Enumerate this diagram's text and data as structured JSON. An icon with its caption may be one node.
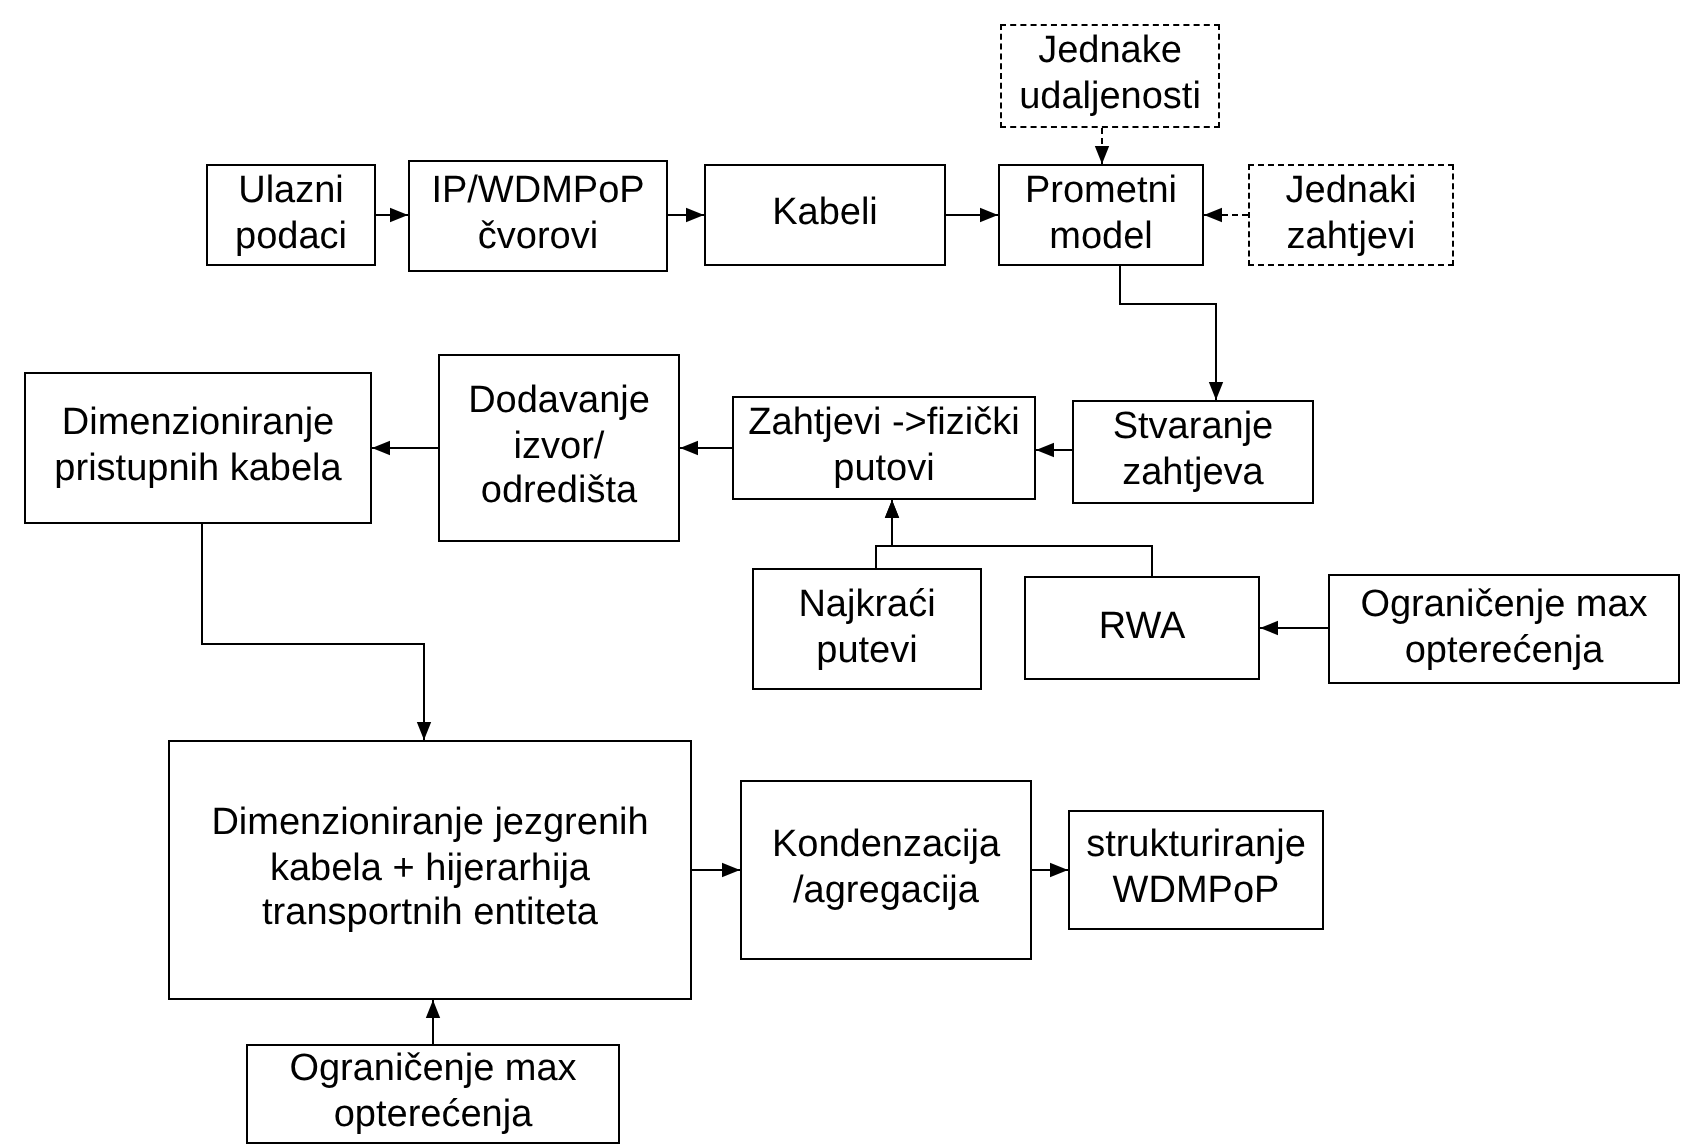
{
  "diagram": {
    "nodes": [
      {
        "text": [
          "Jednake udaljenosti"
        ]
      },
      {
        "text": [
          "Ulazni podaci"
        ]
      },
      {
        "text": [
          "IP/WDMPoP čvorovi"
        ]
      },
      {
        "text": [
          "Kabeli"
        ]
      },
      {
        "text": [
          "Prometni model"
        ]
      },
      {
        "text": [
          "Jednaki zahtjevi"
        ]
      },
      {
        "text": [
          "Dimenzioniranje pristupnih kabela"
        ]
      },
      {
        "text": [
          "Dodavanje izvor/ odredišta"
        ]
      },
      {
        "text": [
          "Zahtjevi ->fizički putovi"
        ]
      },
      {
        "text": [
          "Stvaranje zahtjeva"
        ]
      },
      {
        "text": [
          "Najkraći putevi"
        ]
      },
      {
        "text": [
          "RWA"
        ]
      },
      {
        "text": [
          "Ograničenje max opterećenja"
        ]
      },
      {
        "text": [
          "Dimenzioniranje jezgrenih kabela + hijerarhija transportnih entiteta"
        ]
      },
      {
        "text": [
          "Kondenzacija /agregacija"
        ]
      },
      {
        "text": [
          "strukturiranje WDMPoP"
        ]
      },
      {
        "text": [
          "Ograničenje max opterećenja"
        ]
      }
    ],
    "edges": [
      {
        "from": 0,
        "to": 4,
        "arrow": "to",
        "style": "dashed"
      },
      {
        "from": 1,
        "to": 2,
        "arrow": "to"
      },
      {
        "from": 2,
        "to": 3,
        "arrow": "to"
      },
      {
        "from": 3,
        "to": 4,
        "arrow": "to"
      },
      {
        "from": 5,
        "to": 4,
        "arrow": "to",
        "style": "dashed"
      },
      {
        "from": 4,
        "to": 9,
        "arrow": "to"
      },
      {
        "from": 9,
        "to": 8,
        "arrow": "to"
      },
      {
        "from": 8,
        "to": 7,
        "arrow": "to"
      },
      {
        "from": 7,
        "to": 6,
        "arrow": "to"
      },
      {
        "from": 10,
        "to": 8,
        "arrow": "to"
      },
      {
        "from": 11,
        "to": 8,
        "arrow": "to"
      },
      {
        "from": 12,
        "to": 11,
        "arrow": "to"
      },
      {
        "from": 6,
        "to": 13,
        "arrow": "to"
      },
      {
        "from": 13,
        "to": 14,
        "arrow": "to"
      },
      {
        "from": 14,
        "to": 15,
        "arrow": "to"
      },
      {
        "from": 16,
        "to": 13,
        "arrow": "to"
      }
    ]
  }
}
